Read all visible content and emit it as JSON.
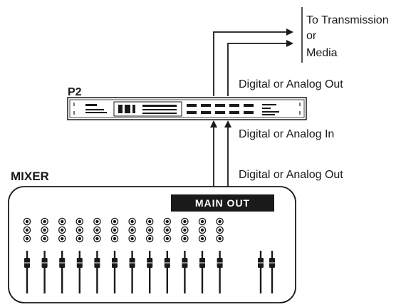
{
  "destination": {
    "lines": [
      "To Transmission",
      "or",
      "Media"
    ]
  },
  "processor": {
    "label": "P2"
  },
  "signals": {
    "p2_output": "Digital or Analog Out",
    "p2_input": "Digital or Analog In",
    "mixer_output": "Digital or Analog Out"
  },
  "mixer": {
    "label": "MIXER",
    "main_out_label": "MAIN OUT",
    "channel_count": 12,
    "knobs_per_channel": 3,
    "master_fader_count": 2
  },
  "colors": {
    "line": "#1a1a1a",
    "background": "#ffffff",
    "main_out_fill": "#1a1a1a"
  }
}
